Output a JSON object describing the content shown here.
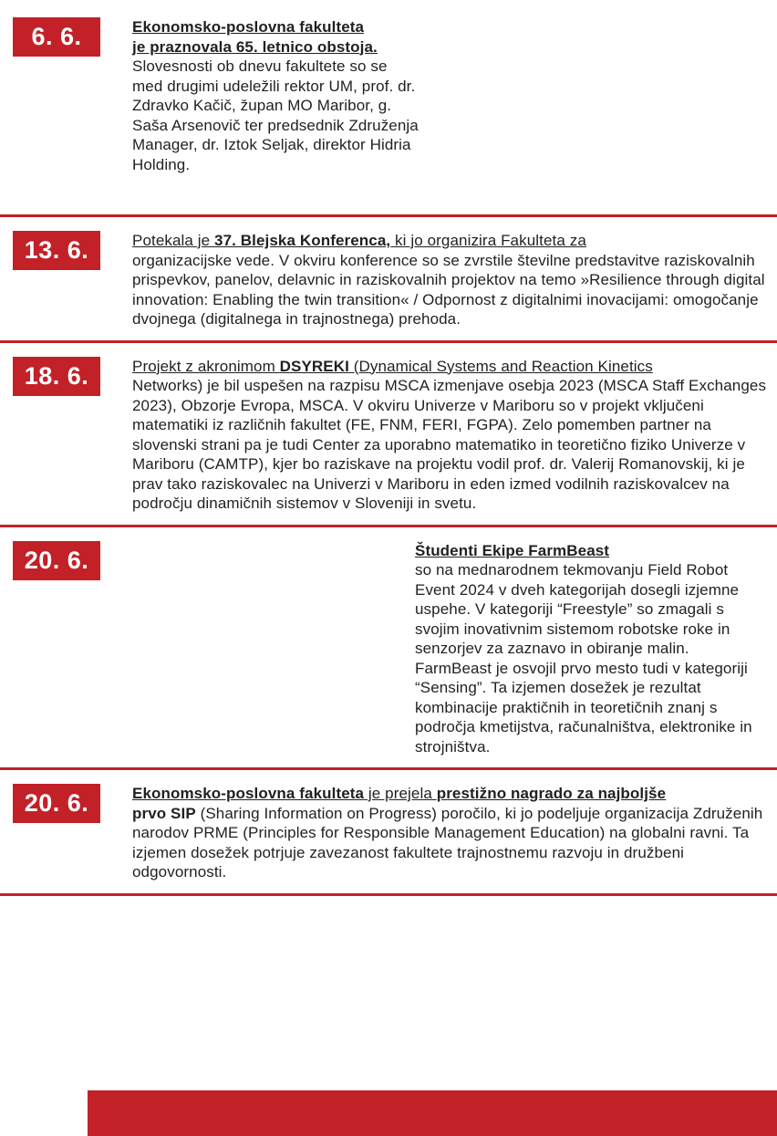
{
  "page": {
    "accent_color": "#c32128",
    "text_color": "#231f20",
    "background": "#ffffff"
  },
  "entries": [
    {
      "date": "6. 6.",
      "text_layout": "narrow",
      "segments": [
        {
          "text": "Ekonomsko-poslovna fakulteta ",
          "bold": true,
          "underline": true,
          "break_after": true
        },
        {
          "text": "je praznovala 65. letnico obstoja.",
          "bold": true,
          "underline": true,
          "break_after": true
        },
        {
          "text": "Slovesnosti ob dnevu fakultete so se med drugimi udeležili rektor UM, prof. dr. Zdravko Kačič, župan MO Maribor, g. Saša Arsenovič ter predsednik Združenja Manager, dr. Iztok Seljak, direktor Hidria Holding."
        }
      ]
    },
    {
      "date": "13. 6.",
      "text_layout": "full",
      "segments": [
        {
          "text": "Potekala je ",
          "underline": true
        },
        {
          "text": "37. Blejska Konferenca,",
          "bold": true,
          "underline": true
        },
        {
          "text": " ki jo organizira Fakulteta za",
          "underline": true,
          "break_after": true
        },
        {
          "text": "organizacijske vede. V okviru konference so se zvrstile številne predstavitve raziskovalnih prispevkov, panelov, delavnic in raziskovalnih projektov na temo »Resilience through digital innovation: Enabling the twin transition« / Odpornost z digitalnimi inovacijami: omogočanje dvojnega (digitalnega in trajnostnega) prehoda."
        }
      ]
    },
    {
      "date": "18. 6.",
      "text_layout": "full",
      "segments": [
        {
          "text": "Projekt z akronimom ",
          "underline": true
        },
        {
          "text": "DSYREKI",
          "bold": true,
          "underline": true
        },
        {
          "text": " (Dynamical Systems and Reaction Kinetics",
          "underline": true,
          "break_after": true
        },
        {
          "text": "Networks) je bil uspešen na razpisu MSCA izmenjave osebja 2023 (MSCA Staff Exchanges 2023), Obzorje Evropa, MSCA. V okviru Univerze v Mariboru so v projekt vključeni matematiki iz različnih fakultet (FE, FNM, FERI, FGPA). Zelo pomemben partner na slovenski strani pa je tudi Center za uporabno matematiko in teoretično fiziko Univerze v Mariboru (CAMTP), kjer bo raziskave na projektu vodil prof. dr. Valerij Romanovskij, ki je prav tako raziskovalec na Univerzi v Mariboru in eden izmed vodilnih raziskovalcev na področju dinamičnih sistemov v Sloveniji in svetu."
        }
      ]
    },
    {
      "date": "20. 6.",
      "text_layout": "right",
      "segments": [
        {
          "text": "Študenti Ekipe FarmBeast",
          "bold": true,
          "underline": true,
          "break_after": true
        },
        {
          "text": "so na mednarodnem tekmovanju Field Robot Event 2024 v dveh kategorijah dosegli izjemne uspehe. V kategoriji “Freestyle” so zmagali s svojim inovativnim sistemom robotske roke in senzorjev za zaznavo in obiranje malin. FarmBeast je osvojil prvo mesto tudi v kategoriji “Sensing”. Ta izjemen dosežek je rezultat kombinacije praktičnih in teoretičnih znanj s področja kmetijstva, računalništva, elektronike in strojništva."
        }
      ]
    },
    {
      "date": "20. 6.",
      "text_layout": "full",
      "segments": [
        {
          "text": "Ekonomsko-poslovna fakulteta",
          "bold": true,
          "underline": true
        },
        {
          "text": " je prejela ",
          "underline": true
        },
        {
          "text": "prestižno nagrado za najboljše",
          "bold": true,
          "underline": true,
          "break_after": true
        },
        {
          "text": "prvo SIP",
          "bold": true
        },
        {
          "text": " (Sharing Information on Progress) poročilo, ki jo podeljuje organizacija Združenih narodov PRME (Principles for Responsible Management Education) na globalni ravni. Ta izjemen dosežek potrjuje zavezanost fakultete trajnostnemu razvoju in družbeni odgovornosti."
        }
      ]
    }
  ]
}
